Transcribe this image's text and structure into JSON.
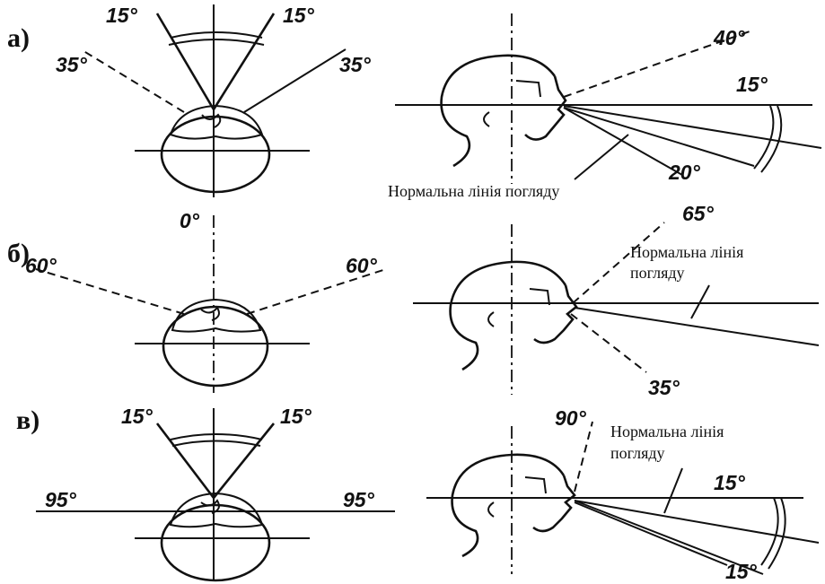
{
  "panels": [
    {
      "label": "а)",
      "front_angles": {
        "top_left": "15°",
        "top_right": "15°",
        "side_left": "35°",
        "side_right": "35°"
      },
      "side_angles": {
        "up": "40°",
        "right": "15°",
        "down": "20°"
      },
      "note": "Нормальна лінія погляду"
    },
    {
      "label": "б)",
      "front_angles": {
        "top": "0°",
        "left": "60°",
        "right": "60°"
      },
      "side_angles": {
        "up": "65°",
        "down": "35°"
      },
      "note_line1": "Нормальна лінія",
      "note_line2": "погляду"
    },
    {
      "label": "в)",
      "front_angles": {
        "top_left": "15°",
        "top_right": "15°",
        "side_left": "95°",
        "side_right": "95°"
      },
      "side_angles": {
        "up": "90°",
        "right": "15°",
        "down": "15°"
      },
      "note_line1": "Нормальна лінія",
      "note_line2": "погляду"
    }
  ]
}
